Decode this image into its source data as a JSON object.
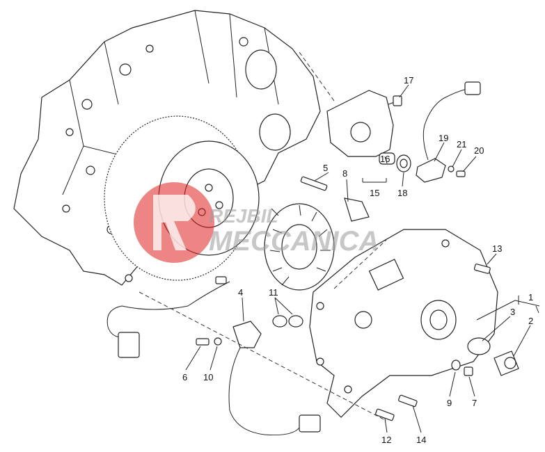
{
  "labels": {
    "l1": "1",
    "l2": "2",
    "l3": "3",
    "l4": "4",
    "l5": "5",
    "l6": "6",
    "l7": "7",
    "l8": "8",
    "l9": "9",
    "l10": "10",
    "l11": "11",
    "l12": "12",
    "l13": "13",
    "l14": "14",
    "l15": "15",
    "l16": "16",
    "l17": "17",
    "l18": "18",
    "l19": "19",
    "l20": "20",
    "l21": "21"
  },
  "watermark": {
    "line1": "REJBIL",
    "line2": "MECCANICA",
    "color": "#e02020"
  }
}
